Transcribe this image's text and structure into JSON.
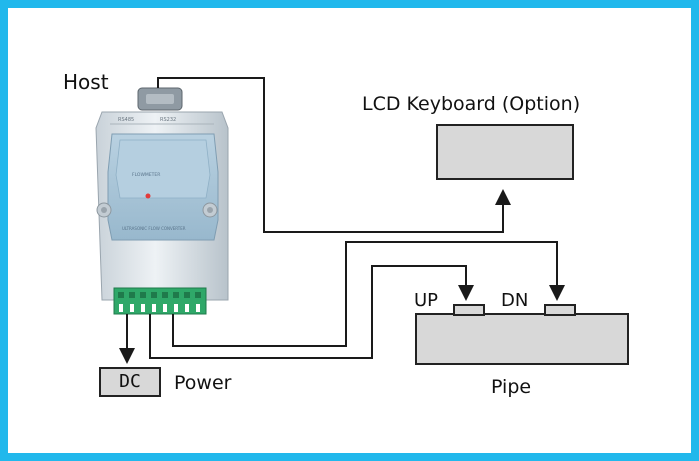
{
  "labels": {
    "host": "Host",
    "lcd_keyboard": "LCD Keyboard (Option)",
    "up": "UP",
    "dn": "DN",
    "dc": "DC",
    "power": "Power",
    "pipe": "Pipe"
  },
  "colors": {
    "frame": "#21b8ec",
    "device_body": "#dfe5e9",
    "device_panel": "#a9c6d9",
    "terminal_block": "#2fa869",
    "box_fill": "#d8d8d8",
    "line": "#1a1a1a"
  }
}
